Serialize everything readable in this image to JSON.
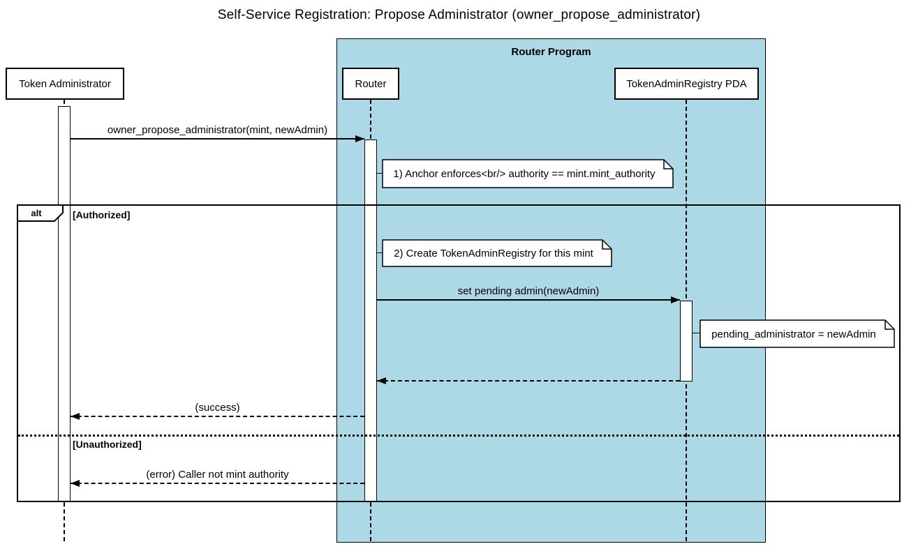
{
  "title": "Self-Service Registration: Propose Administrator (owner_propose_administrator)",
  "colors": {
    "group_fill": "#ADD8E6",
    "participant_fill": "#FFFFFF",
    "note_fill": "#FFFFFF",
    "line": "#000000"
  },
  "group": {
    "label": "Router Program"
  },
  "participants": [
    {
      "label": "Token Administrator"
    },
    {
      "label": "Router"
    },
    {
      "label": "TokenAdminRegistry PDA"
    }
  ],
  "frame": {
    "operator": "alt",
    "guards": [
      "[Authorized]",
      "[Unauthorized]"
    ]
  },
  "messages": [
    {
      "label": "owner_propose_administrator(mint, newAdmin)",
      "from": "Token Administrator",
      "to": "Router",
      "line": "solid"
    },
    {
      "label": "set pending admin(newAdmin)",
      "from": "Router",
      "to": "TokenAdminRegistry PDA",
      "line": "solid"
    },
    {
      "label": "",
      "from": "TokenAdminRegistry PDA",
      "to": "Router",
      "line": "dashed"
    },
    {
      "label": "(success)",
      "from": "Router",
      "to": "Token Administrator",
      "line": "dashed"
    },
    {
      "label": "(error) Caller not mint authority",
      "from": "Router",
      "to": "Token Administrator",
      "line": "dashed"
    }
  ],
  "notes": [
    {
      "text": "1) Anchor enforces<br/> authority == mint.mint_authority"
    },
    {
      "text": "2) Create TokenAdminRegistry for this mint"
    },
    {
      "text": "pending_administrator = newAdmin"
    }
  ]
}
